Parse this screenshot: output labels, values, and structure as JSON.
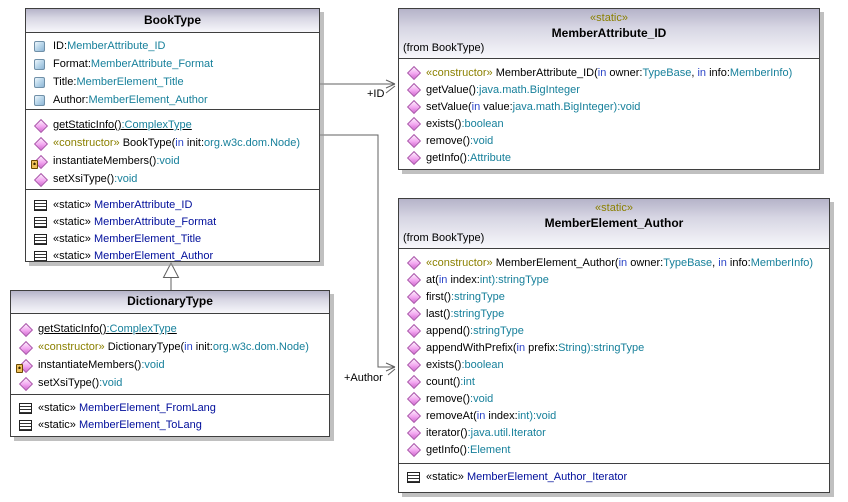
{
  "palette": {
    "name": "#000000",
    "type": "#17809b",
    "keyword": "#2b45c8",
    "stereotype": "#8b8000",
    "nested": "#000e9b",
    "line": "#606060",
    "header_top": "#b5b3c9",
    "header_bottom": "#f7f7fb"
  },
  "connectors": {
    "id": {
      "label": "+ID"
    },
    "author": {
      "label": "+Author"
    }
  },
  "classes": {
    "book_type": {
      "title": "BookType",
      "attributes": [
        {
          "icon": "attribute-icon",
          "s": [
            {
              "t": "ID:",
              "c": "name"
            },
            {
              "t": "MemberAttribute_ID",
              "c": "type"
            }
          ]
        },
        {
          "icon": "attribute-icon",
          "s": [
            {
              "t": "Format:",
              "c": "name"
            },
            {
              "t": "MemberAttribute_Format",
              "c": "type"
            }
          ]
        },
        {
          "icon": "attribute-icon",
          "s": [
            {
              "t": "Title:",
              "c": "name"
            },
            {
              "t": "MemberElement_Title",
              "c": "type"
            }
          ]
        },
        {
          "icon": "attribute-icon",
          "s": [
            {
              "t": "Author:",
              "c": "name"
            },
            {
              "t": "MemberElement_Author",
              "c": "type"
            }
          ]
        }
      ],
      "operations": [
        {
          "icon": "operation-icon",
          "u": true,
          "s": [
            {
              "t": "getStaticInfo()",
              "c": "name"
            },
            {
              "t": ":ComplexType",
              "c": "type"
            }
          ]
        },
        {
          "icon": "operation-icon",
          "s": [
            {
              "t": "«constructor» ",
              "c": "stereotype"
            },
            {
              "t": "BookType(",
              "c": "name"
            },
            {
              "t": "in",
              "c": "keyword"
            },
            {
              "t": " init:",
              "c": "name"
            },
            {
              "t": "org.w3c.dom.Node)",
              "c": "type"
            }
          ]
        },
        {
          "icon": "operation-protected-icon",
          "s": [
            {
              "t": "instantiateMembers()",
              "c": "name"
            },
            {
              "t": ":void",
              "c": "type"
            }
          ]
        },
        {
          "icon": "operation-icon",
          "s": [
            {
              "t": "setXsiType()",
              "c": "name"
            },
            {
              "t": ":void",
              "c": "type"
            }
          ]
        }
      ],
      "nested": [
        {
          "icon": "nested-class-icon",
          "s": [
            {
              "t": "«static» ",
              "c": "name"
            },
            {
              "t": "MemberAttribute_ID",
              "c": "nested"
            }
          ]
        },
        {
          "icon": "nested-class-icon",
          "s": [
            {
              "t": "«static» ",
              "c": "name"
            },
            {
              "t": "MemberAttribute_Format",
              "c": "nested"
            }
          ]
        },
        {
          "icon": "nested-class-icon",
          "s": [
            {
              "t": "«static» ",
              "c": "name"
            },
            {
              "t": "MemberElement_Title",
              "c": "nested"
            }
          ]
        },
        {
          "icon": "nested-class-icon",
          "s": [
            {
              "t": "«static» ",
              "c": "name"
            },
            {
              "t": "MemberElement_Author",
              "c": "nested"
            }
          ]
        }
      ]
    },
    "member_attribute_id": {
      "stereotype": "«static»",
      "title": "MemberAttribute_ID",
      "from": "(from BookType)",
      "operations": [
        {
          "icon": "operation-icon",
          "s": [
            {
              "t": "«constructor» ",
              "c": "stereotype"
            },
            {
              "t": "MemberAttribute_ID(",
              "c": "name"
            },
            {
              "t": "in",
              "c": "keyword"
            },
            {
              "t": " owner:",
              "c": "name"
            },
            {
              "t": "TypeBase",
              "c": "type"
            },
            {
              "t": ", ",
              "c": "name"
            },
            {
              "t": "in",
              "c": "keyword"
            },
            {
              "t": " info:",
              "c": "name"
            },
            {
              "t": "MemberInfo)",
              "c": "type"
            }
          ]
        },
        {
          "icon": "operation-icon",
          "s": [
            {
              "t": "getValue()",
              "c": "name"
            },
            {
              "t": ":java.math.BigInteger",
              "c": "type"
            }
          ]
        },
        {
          "icon": "operation-icon",
          "s": [
            {
              "t": "setValue(",
              "c": "name"
            },
            {
              "t": "in",
              "c": "keyword"
            },
            {
              "t": " value:",
              "c": "name"
            },
            {
              "t": "java.math.BigInteger):void",
              "c": "type"
            }
          ]
        },
        {
          "icon": "operation-icon",
          "s": [
            {
              "t": "exists()",
              "c": "name"
            },
            {
              "t": ":boolean",
              "c": "type"
            }
          ]
        },
        {
          "icon": "operation-icon",
          "s": [
            {
              "t": "remove()",
              "c": "name"
            },
            {
              "t": ":void",
              "c": "type"
            }
          ]
        },
        {
          "icon": "operation-icon",
          "s": [
            {
              "t": "getInfo()",
              "c": "name"
            },
            {
              "t": ":Attribute",
              "c": "type"
            }
          ]
        }
      ]
    },
    "dictionary_type": {
      "title": "DictionaryType",
      "operations": [
        {
          "icon": "operation-icon",
          "u": true,
          "s": [
            {
              "t": "getStaticInfo()",
              "c": "name"
            },
            {
              "t": ":ComplexType",
              "c": "type"
            }
          ]
        },
        {
          "icon": "operation-icon",
          "s": [
            {
              "t": "«constructor» ",
              "c": "stereotype"
            },
            {
              "t": "DictionaryType(",
              "c": "name"
            },
            {
              "t": "in",
              "c": "keyword"
            },
            {
              "t": " init:",
              "c": "name"
            },
            {
              "t": "org.w3c.dom.Node)",
              "c": "type"
            }
          ]
        },
        {
          "icon": "operation-protected-icon",
          "s": [
            {
              "t": "instantiateMembers()",
              "c": "name"
            },
            {
              "t": ":void",
              "c": "type"
            }
          ]
        },
        {
          "icon": "operation-icon",
          "s": [
            {
              "t": "setXsiType()",
              "c": "name"
            },
            {
              "t": ":void",
              "c": "type"
            }
          ]
        }
      ],
      "nested": [
        {
          "icon": "nested-class-icon",
          "s": [
            {
              "t": "«static» ",
              "c": "name"
            },
            {
              "t": "MemberElement_FromLang",
              "c": "nested"
            }
          ]
        },
        {
          "icon": "nested-class-icon",
          "s": [
            {
              "t": "«static» ",
              "c": "name"
            },
            {
              "t": "MemberElement_ToLang",
              "c": "nested"
            }
          ]
        }
      ]
    },
    "member_element_author": {
      "stereotype": "«static»",
      "title": "MemberElement_Author",
      "from": "(from BookType)",
      "operations": [
        {
          "icon": "operation-icon",
          "s": [
            {
              "t": "«constructor» ",
              "c": "stereotype"
            },
            {
              "t": "MemberElement_Author(",
              "c": "name"
            },
            {
              "t": "in",
              "c": "keyword"
            },
            {
              "t": " owner:",
              "c": "name"
            },
            {
              "t": "TypeBase",
              "c": "type"
            },
            {
              "t": ", ",
              "c": "name"
            },
            {
              "t": "in",
              "c": "keyword"
            },
            {
              "t": " info:",
              "c": "name"
            },
            {
              "t": "MemberInfo)",
              "c": "type"
            }
          ]
        },
        {
          "icon": "operation-icon",
          "s": [
            {
              "t": "at(",
              "c": "name"
            },
            {
              "t": "in",
              "c": "keyword"
            },
            {
              "t": " index:",
              "c": "name"
            },
            {
              "t": "int):stringType",
              "c": "type"
            }
          ]
        },
        {
          "icon": "operation-icon",
          "s": [
            {
              "t": "first()",
              "c": "name"
            },
            {
              "t": ":stringType",
              "c": "type"
            }
          ]
        },
        {
          "icon": "operation-icon",
          "s": [
            {
              "t": "last()",
              "c": "name"
            },
            {
              "t": ":stringType",
              "c": "type"
            }
          ]
        },
        {
          "icon": "operation-icon",
          "s": [
            {
              "t": "append()",
              "c": "name"
            },
            {
              "t": ":stringType",
              "c": "type"
            }
          ]
        },
        {
          "icon": "operation-icon",
          "s": [
            {
              "t": "appendWithPrefix(",
              "c": "name"
            },
            {
              "t": "in",
              "c": "keyword"
            },
            {
              "t": " prefix:",
              "c": "name"
            },
            {
              "t": "String):stringType",
              "c": "type"
            }
          ]
        },
        {
          "icon": "operation-icon",
          "s": [
            {
              "t": "exists()",
              "c": "name"
            },
            {
              "t": ":boolean",
              "c": "type"
            }
          ]
        },
        {
          "icon": "operation-icon",
          "s": [
            {
              "t": "count()",
              "c": "name"
            },
            {
              "t": ":int",
              "c": "type"
            }
          ]
        },
        {
          "icon": "operation-icon",
          "s": [
            {
              "t": "remove()",
              "c": "name"
            },
            {
              "t": ":void",
              "c": "type"
            }
          ]
        },
        {
          "icon": "operation-icon",
          "s": [
            {
              "t": "removeAt(",
              "c": "name"
            },
            {
              "t": "in",
              "c": "keyword"
            },
            {
              "t": " index:",
              "c": "name"
            },
            {
              "t": "int):void",
              "c": "type"
            }
          ]
        },
        {
          "icon": "operation-icon",
          "s": [
            {
              "t": "iterator()",
              "c": "name"
            },
            {
              "t": ":java.util.Iterator",
              "c": "type"
            }
          ]
        },
        {
          "icon": "operation-icon",
          "s": [
            {
              "t": "getInfo()",
              "c": "name"
            },
            {
              "t": ":Element",
              "c": "type"
            }
          ]
        }
      ],
      "nested": [
        {
          "icon": "nested-class-icon",
          "s": [
            {
              "t": "«static» ",
              "c": "name"
            },
            {
              "t": "MemberElement_Author_Iterator",
              "c": "nested"
            }
          ]
        }
      ]
    }
  }
}
